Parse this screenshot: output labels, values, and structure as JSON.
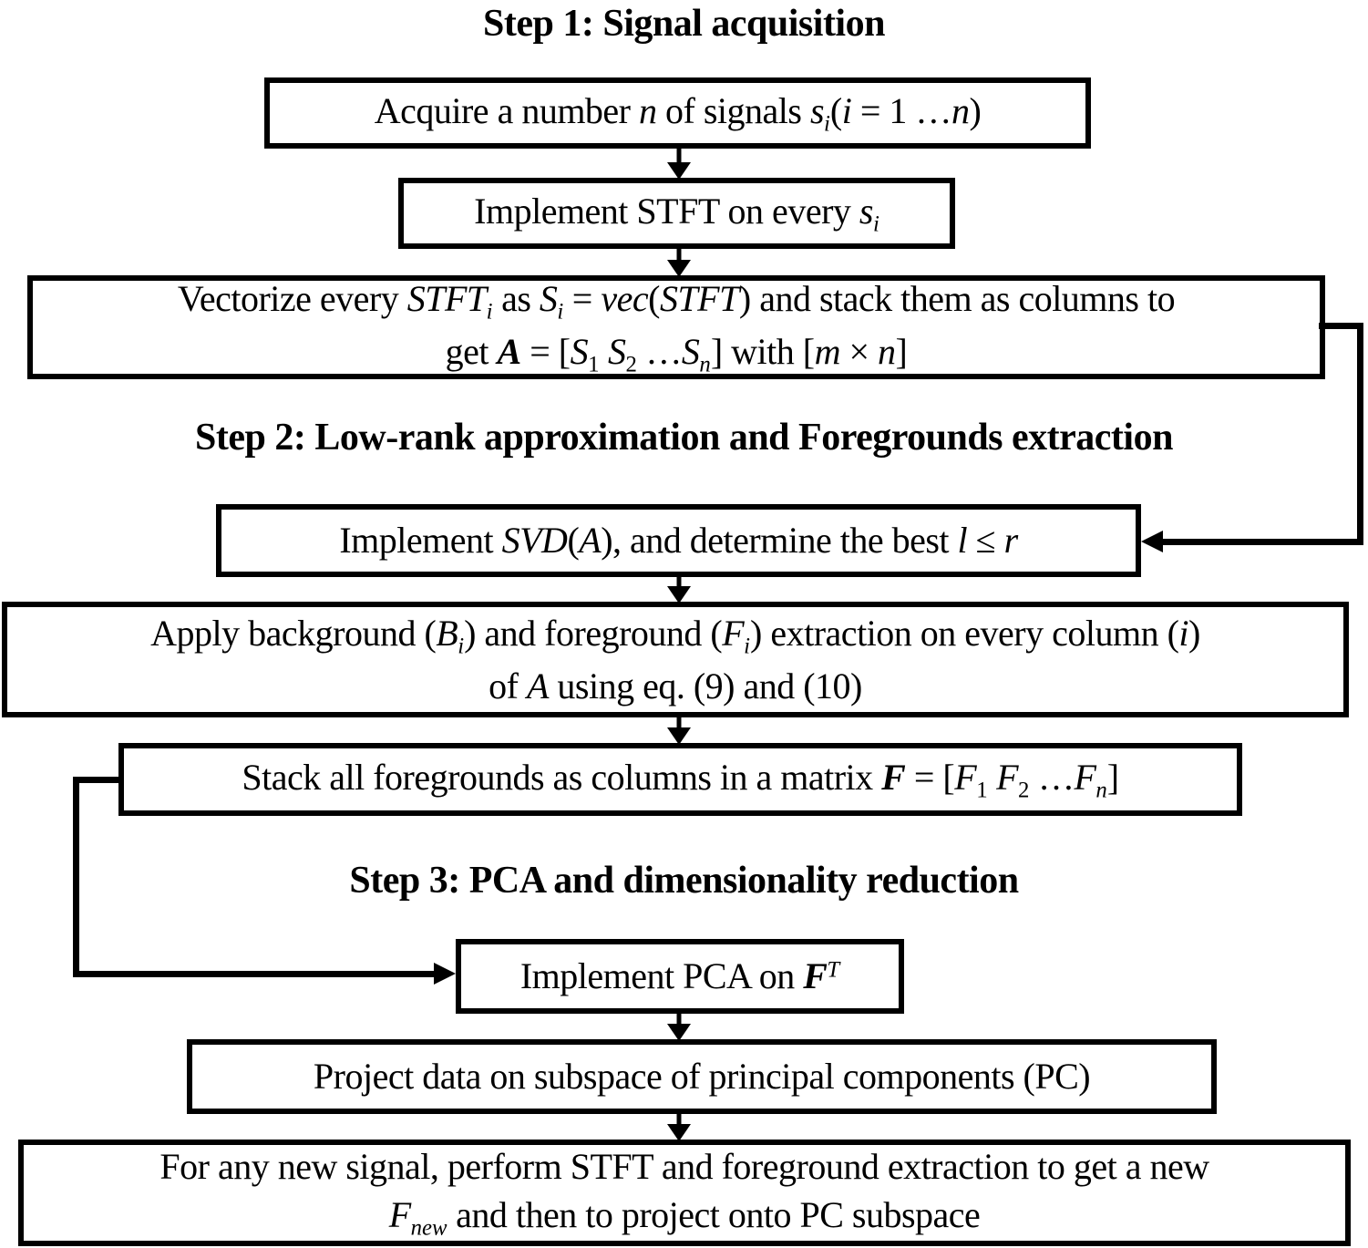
{
  "colors": {
    "ink": "#000000",
    "background": "#ffffff"
  },
  "headings": {
    "step1": "Step 1: Signal acquisition",
    "step2": "Step 2: Low-rank approximation and Foregrounds extraction",
    "step3": "Step 3: PCA and dimensionality reduction"
  },
  "boxes": {
    "acquire": {
      "segments": [
        {
          "t": "Acquire a number "
        },
        {
          "t": "n",
          "s": "i"
        },
        {
          "t": " of signals "
        },
        {
          "t": "s",
          "s": "i"
        },
        {
          "t": "i",
          "s": "i sub"
        },
        {
          "t": "("
        },
        {
          "t": "i",
          "s": "i"
        },
        {
          "t": " = 1 …"
        },
        {
          "t": "n",
          "s": "i"
        },
        {
          "t": ")"
        }
      ]
    },
    "stft": {
      "segments": [
        {
          "t": "Implement STFT on every "
        },
        {
          "t": "s",
          "s": "i"
        },
        {
          "t": "i",
          "s": "i sub"
        }
      ]
    },
    "vectorize": {
      "segments": [
        {
          "t": "Vectorize every "
        },
        {
          "t": "STFT",
          "s": "i"
        },
        {
          "t": "i",
          "s": "i sub"
        },
        {
          "t": " as "
        },
        {
          "t": "S",
          "s": "i"
        },
        {
          "t": "i",
          "s": "i sub"
        },
        {
          "t": " = "
        },
        {
          "t": "vec",
          "s": "i"
        },
        {
          "t": "("
        },
        {
          "t": "STFT",
          "s": "i"
        },
        {
          "t": ") and stack them as columns to"
        },
        {
          "s": "br"
        },
        {
          "t": "get "
        },
        {
          "t": "A",
          "s": "b i"
        },
        {
          "t": " = ["
        },
        {
          "t": "S",
          "s": "i"
        },
        {
          "t": "1",
          "s": "sub"
        },
        {
          "t": " "
        },
        {
          "t": "S",
          "s": "i"
        },
        {
          "t": "2",
          "s": "sub"
        },
        {
          "t": " …"
        },
        {
          "t": "S",
          "s": "i"
        },
        {
          "t": "n",
          "s": "i sub"
        },
        {
          "t": "] with ["
        },
        {
          "t": "m",
          "s": "i"
        },
        {
          "t": " × "
        },
        {
          "t": "n",
          "s": "i"
        },
        {
          "t": "]"
        }
      ]
    },
    "svd": {
      "segments": [
        {
          "t": "Implement "
        },
        {
          "t": "SVD",
          "s": "i"
        },
        {
          "t": "("
        },
        {
          "t": "A",
          "s": "i"
        },
        {
          "t": "), and determine the best "
        },
        {
          "t": "l",
          "s": "i"
        },
        {
          "t": " ≤ "
        },
        {
          "t": "r",
          "s": "i"
        }
      ]
    },
    "extract": {
      "segments": [
        {
          "t": "Apply background ("
        },
        {
          "t": "B",
          "s": "i"
        },
        {
          "t": "i",
          "s": "i sub"
        },
        {
          "t": ") and foreground ("
        },
        {
          "t": "F",
          "s": "i"
        },
        {
          "t": "i",
          "s": "i sub"
        },
        {
          "t": ") extraction on every column ("
        },
        {
          "t": "i",
          "s": "i"
        },
        {
          "t": ")"
        },
        {
          "s": "br"
        },
        {
          "t": "of "
        },
        {
          "t": "A",
          "s": "i"
        },
        {
          "t": " using eq. (9) and (10)"
        }
      ]
    },
    "stack": {
      "segments": [
        {
          "t": "Stack all foregrounds as columns in a matrix "
        },
        {
          "t": "F",
          "s": "b i"
        },
        {
          "t": " = ["
        },
        {
          "t": "F",
          "s": "i"
        },
        {
          "t": "1",
          "s": "sub"
        },
        {
          "t": " "
        },
        {
          "t": "F",
          "s": "i"
        },
        {
          "t": "2",
          "s": "sub"
        },
        {
          "t": " …"
        },
        {
          "t": "F",
          "s": "i"
        },
        {
          "t": "n",
          "s": "i sub"
        },
        {
          "t": "]"
        }
      ]
    },
    "pca": {
      "segments": [
        {
          "t": "Implement PCA on "
        },
        {
          "t": "F",
          "s": "b i"
        },
        {
          "t": "T",
          "s": "i sup"
        }
      ]
    },
    "project": {
      "segments": [
        {
          "t": "Project data on subspace of principal components (PC)"
        }
      ]
    },
    "newsignal": {
      "segments": [
        {
          "t": "For any new signal, perform STFT and foreground extraction to get a new"
        },
        {
          "s": "br"
        },
        {
          "t": "F",
          "s": "i"
        },
        {
          "t": "new",
          "s": "i sub"
        },
        {
          "t": " and then to project onto PC subspace"
        }
      ]
    }
  }
}
